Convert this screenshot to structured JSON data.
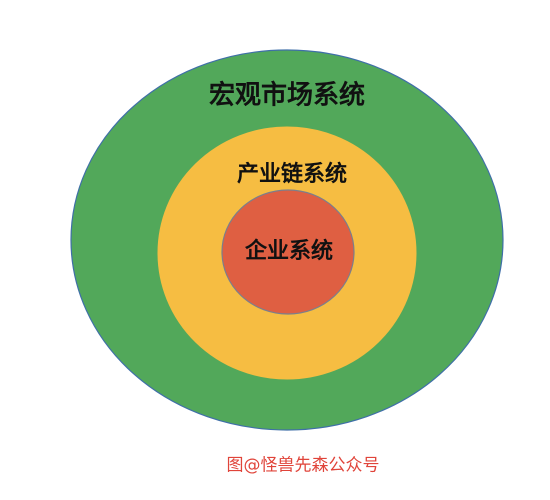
{
  "diagram": {
    "outer": {
      "label": "宏观市场系统",
      "fill": "#52a85a",
      "stroke": "#3f6fa8"
    },
    "middle": {
      "label": "产业链系统",
      "fill": "#f6bd42",
      "stroke": "#f6bd42"
    },
    "inner": {
      "label": "企业系统",
      "fill": "#df5f42",
      "stroke": "#7b7f8c"
    }
  },
  "watermark": "图@怪兽先森公众号",
  "colors": {
    "background": "#ffffff",
    "label_text": "#111111",
    "watermark_text": "#e0443a"
  }
}
